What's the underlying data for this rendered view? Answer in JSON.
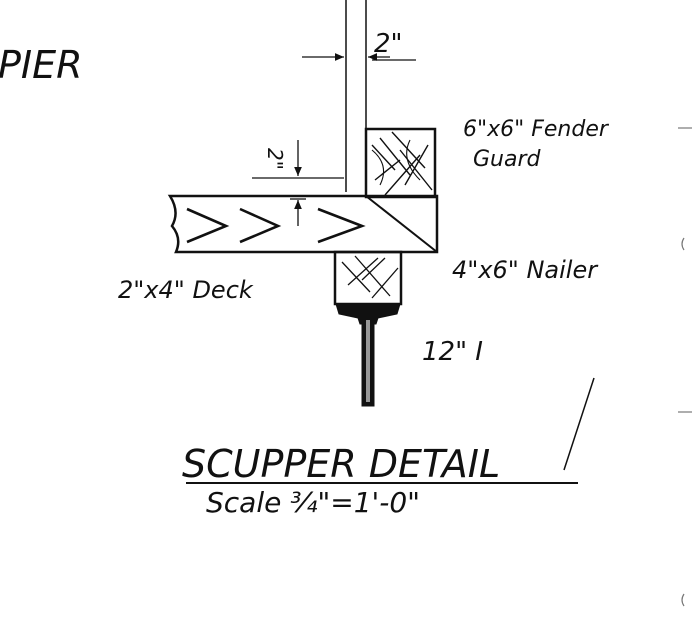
{
  "colors": {
    "ink": "#111111",
    "paper": "#ffffff"
  },
  "labels": {
    "top_left_fragment": "PIER",
    "dim_top": "2\"",
    "dim_side": "2\"",
    "fender_guard_line1": "6\"x6\" Fender",
    "fender_guard_line2": "Guard",
    "nailer": "4\"x6\" Nailer",
    "deck": "2\"x4\" Deck",
    "beam": "12\" I",
    "title": "SCUPPER DETAIL",
    "scale": "Scale ¾\"=1'-0\""
  }
}
